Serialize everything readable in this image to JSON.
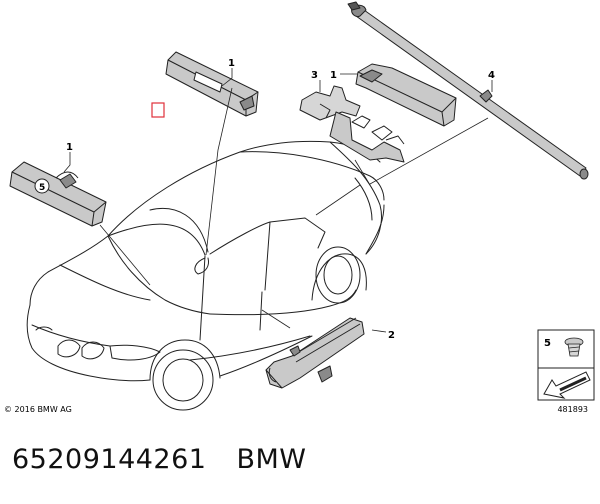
{
  "diagram": {
    "callouts": [
      {
        "id": "1-top",
        "text": "1"
      },
      {
        "id": "1-left",
        "text": "1"
      },
      {
        "id": "1-right",
        "text": "1"
      },
      {
        "id": "2",
        "text": "2"
      },
      {
        "id": "3",
        "text": "3"
      },
      {
        "id": "4",
        "text": "4"
      },
      {
        "id": "5-circle",
        "text": "5"
      },
      {
        "id": "5-legend",
        "text": "5"
      }
    ],
    "copyright": "© 2016 BMW AG",
    "diagram_number": "481893"
  },
  "caption": {
    "part_number": "65209144261",
    "brand": "BMW"
  },
  "colors": {
    "line": "#222222",
    "part_fill": "#c9c9c9",
    "part_dark": "#8a8a8a",
    "marker": "#e0303a"
  }
}
